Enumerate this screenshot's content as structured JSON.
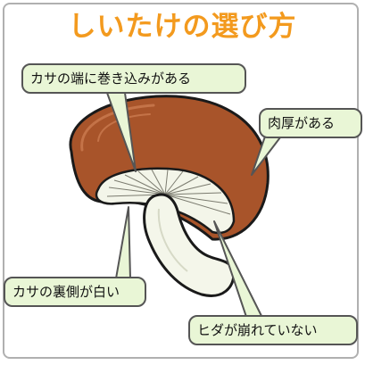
{
  "title": "しいたけの選び方",
  "callouts": {
    "cap_edge": "カサの端に巻き込みがある",
    "thick_flesh": "肉厚がある",
    "cap_underside": "カサの裏側が白い",
    "gills": "ヒダが崩れていない"
  },
  "colors": {
    "title": "#f39a1e",
    "cap": "#a8542a",
    "cap_shadow": "#8a3f1c",
    "gills": "#f3f5e9",
    "stem": "#f4f6ea",
    "callout_fill": "#e9f6d6",
    "outline": "#1a1a1a"
  }
}
